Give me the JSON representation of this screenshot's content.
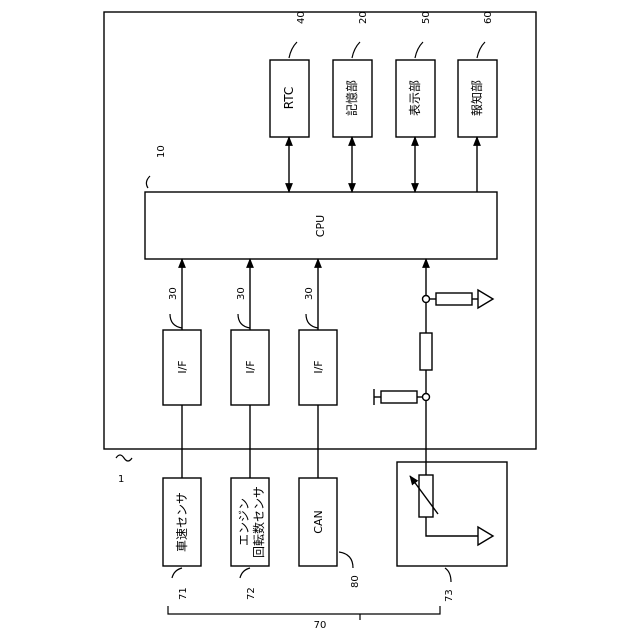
{
  "cpu": {
    "label": "CPU",
    "ref": "10"
  },
  "peripherals": [
    {
      "label": "RTC",
      "ref": "40"
    },
    {
      "label": "記憶部",
      "ref": "20"
    },
    {
      "label": "表示部",
      "ref": "50"
    },
    {
      "label": "報知部",
      "ref": "60"
    }
  ],
  "interfaces": [
    {
      "label": "I/F",
      "ref": "30"
    },
    {
      "label": "I/F",
      "ref": "30"
    },
    {
      "label": "I/F",
      "ref": "30"
    }
  ],
  "sensors": {
    "speed": {
      "label": "車速センサ",
      "ref": "71"
    },
    "engine": {
      "label_line1": "エンジン",
      "label_line2": "回転数センサ",
      "ref": "72"
    },
    "can": {
      "label": "CAN",
      "ref": "80"
    },
    "variable": {
      "ref": "73"
    }
  },
  "refs": {
    "device": "1",
    "group": "70"
  }
}
